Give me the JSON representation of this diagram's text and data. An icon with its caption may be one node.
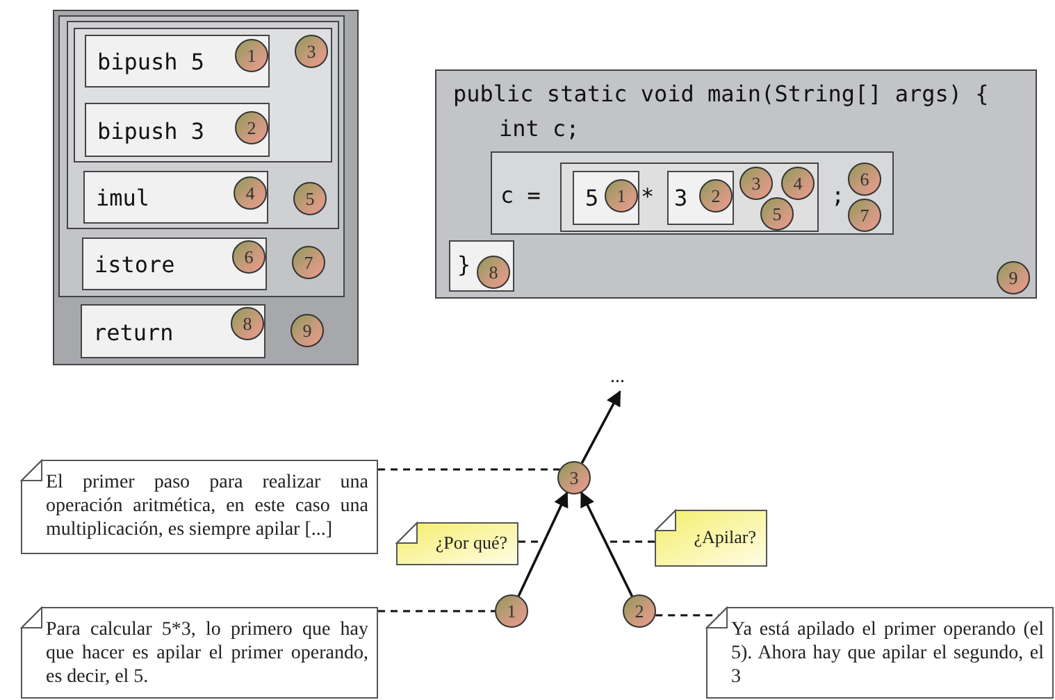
{
  "diagram": {
    "nodes": [
      {
        "text": [],
        "shape": "box"
      },
      {
        "text": [],
        "shape": "box",
        "in": 0
      },
      {
        "text": [],
        "shape": "box",
        "in": 1
      },
      {
        "text": [],
        "shape": "box",
        "in": 2
      },
      {
        "text": [
          "bipush 5"
        ],
        "in": 3
      },
      {
        "text": [
          "1"
        ],
        "in": 4
      },
      {
        "text": [
          "bipush 3"
        ],
        "in": 3
      },
      {
        "text": [
          "2"
        ],
        "in": 6
      },
      {
        "text": [
          "3"
        ],
        "in": 3
      },
      {
        "text": [
          "imul"
        ],
        "in": 2
      },
      {
        "text": [
          "4"
        ],
        "in": 9
      },
      {
        "text": [
          "5"
        ],
        "in": 2
      },
      {
        "text": [
          "istore"
        ],
        "in": 1
      },
      {
        "text": [
          "6"
        ],
        "in": 12
      },
      {
        "text": [
          "7"
        ],
        "in": 1
      },
      {
        "text": [
          "return"
        ],
        "in": 0
      },
      {
        "text": [
          "8"
        ],
        "in": 15
      },
      {
        "text": [
          "9"
        ],
        "in": 0
      },
      {
        "text": [
          "public static void main(String[] args) {",
          "int c;"
        ]
      },
      {
        "text": [
          "c =",
          ";"
        ],
        "in": 18
      },
      {
        "text": [
          "*"
        ],
        "in": 19
      },
      {
        "text": [
          "5"
        ],
        "in": 20
      },
      {
        "text": [
          "1"
        ],
        "in": 21
      },
      {
        "text": [
          "3"
        ],
        "in": 20
      },
      {
        "text": [
          "2"
        ],
        "in": 23
      },
      {
        "text": [
          "3"
        ],
        "in": 20
      },
      {
        "text": [
          "4"
        ],
        "in": 20
      },
      {
        "text": [
          "5"
        ],
        "in": 20
      },
      {
        "text": [
          "6"
        ],
        "in": 19
      },
      {
        "text": [
          "7"
        ],
        "in": 19
      },
      {
        "text": [
          "}"
        ],
        "in": 18
      },
      {
        "text": [
          "8"
        ],
        "in": 30
      },
      {
        "text": [
          "9"
        ],
        "in": 18
      },
      {
        "text": [
          "El primer paso para realizar una operación aritmética, en este caso una multiplicación, es siempre apilar [...]"
        ]
      },
      {
        "text": [
          "¿Por qué?"
        ]
      },
      {
        "text": [
          "3"
        ]
      },
      {
        "text": [
          "..."
        ]
      },
      {
        "text": [
          "¿Apilar?"
        ]
      },
      {
        "text": [
          "1"
        ]
      },
      {
        "text": [
          "2"
        ]
      },
      {
        "text": [
          "Para calcular 5*3, lo primero que hay que hacer es apilar el primer operando, es decir, el 5."
        ]
      },
      {
        "text": [
          "Ya está apilado el primer operando (el 5). Ahora hay que apilar el segundo, el 3"
        ]
      }
    ],
    "edges": [
      {
        "from": 35,
        "to": 36,
        "arrow": "to"
      },
      {
        "from": 38,
        "to": 35,
        "arrow": "to"
      },
      {
        "from": 39,
        "to": 35,
        "arrow": "to"
      },
      {
        "from": 33,
        "to": 35,
        "arrow": "none",
        "style": "dashed"
      },
      {
        "from": 34,
        "to": null,
        "arrow": "none",
        "style": "dashed"
      },
      {
        "from": 37,
        "to": null,
        "arrow": "none",
        "style": "dashed"
      },
      {
        "from": 40,
        "to": 38,
        "arrow": "none",
        "style": "dashed"
      },
      {
        "from": 39,
        "to": 41,
        "arrow": "none",
        "style": "dashed"
      }
    ]
  }
}
